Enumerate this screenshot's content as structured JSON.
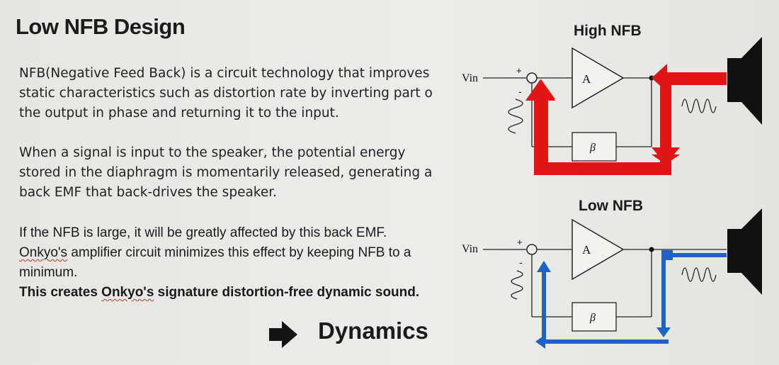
{
  "title": "Low NFB Design",
  "paragraphs": {
    "p1": [
      "NFB(Negative Feed Back) is a circuit technology that improves",
      "static characteristics such as distortion rate by inverting part o",
      "the output in phase and returning it to the input."
    ],
    "p2": [
      "When a signal is input to the speaker, the potential energy",
      "stored in the diaphragm is momentarily released, generating a",
      "back EMF that back-drives the speaker."
    ],
    "p3": {
      "line1": "If the NFB is large, it will be greatly affected by this back EMF.",
      "line2_brand": "Onkyo's",
      "line2_rest": " amplifier circuit minimizes this effect by keeping NFB to a",
      "line3": "minimum.",
      "line4_a": "This creates ",
      "line4_brand": "Onkyo's",
      "line4_b": " signature distortion-free dynamic sound."
    }
  },
  "footer": {
    "label": "Dynamics",
    "arrow_icon": "right-arrow-icon"
  },
  "diagrams": {
    "high": {
      "title": "High NFB",
      "input_label": "Vin",
      "plus": "+",
      "minus": "-",
      "amp_label": "A",
      "feedback_label": "β",
      "path_color": "#e01616"
    },
    "low": {
      "title": "Low NFB",
      "input_label": "Vin",
      "plus": "+",
      "minus": "-",
      "amp_label": "A",
      "feedback_label": "β",
      "path_color": "#1f63c4"
    }
  }
}
